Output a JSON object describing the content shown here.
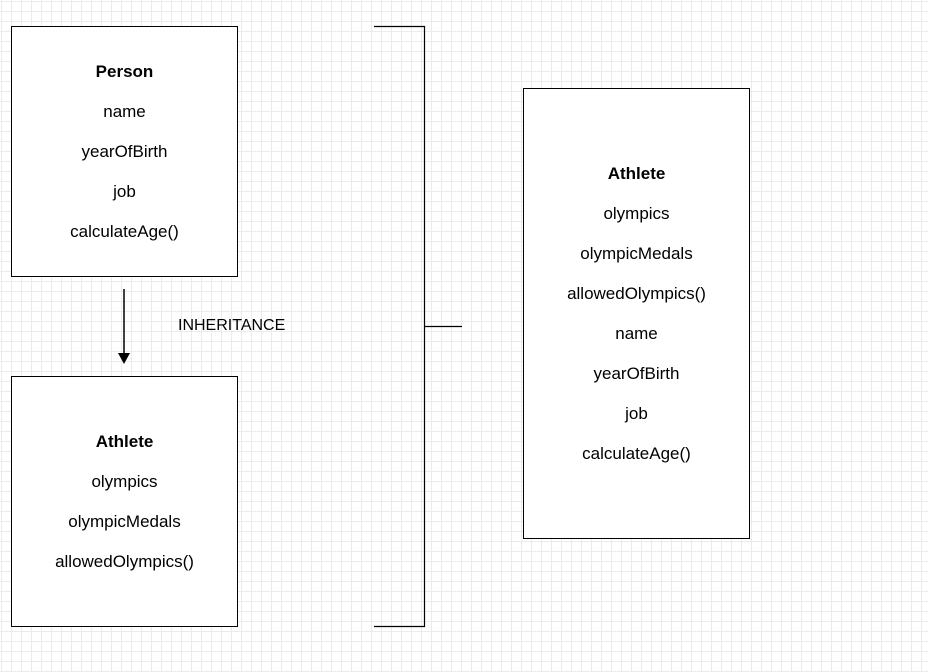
{
  "person_class": {
    "title": "Person",
    "members": [
      "name",
      "yearOfBirth",
      "job",
      "calculateAge()"
    ]
  },
  "athlete_class": {
    "title": "Athlete",
    "members": [
      "olympics",
      "olympicMedals",
      "allowedOlympics()"
    ]
  },
  "athlete_full_class": {
    "title": "Athlete",
    "members": [
      "olympics",
      "olympicMedals",
      "allowedOlympics()",
      "name",
      "yearOfBirth",
      "job",
      "calculateAge()"
    ]
  },
  "inheritance_label": "INHERITANCE"
}
